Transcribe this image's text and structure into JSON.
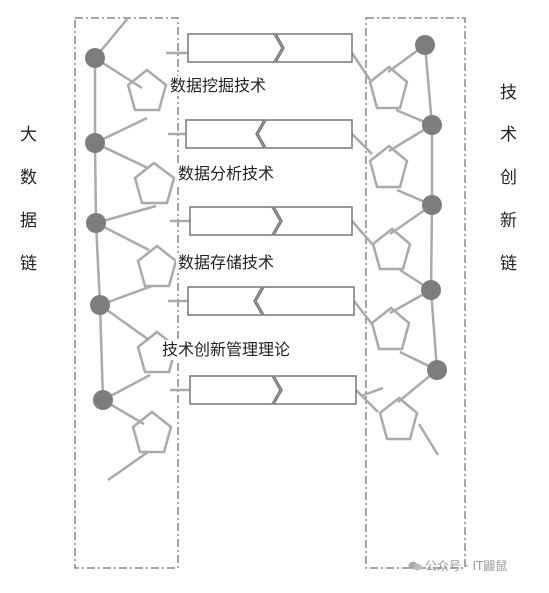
{
  "left_chain": {
    "chars": [
      "大",
      "数",
      "据",
      "链"
    ]
  },
  "right_chain": {
    "chars": [
      "技",
      "术",
      "创",
      "新",
      "链"
    ]
  },
  "technologies": [
    {
      "label": "数据挖掘技术"
    },
    {
      "label": "数据分析技术"
    },
    {
      "label": "数据存储技术"
    },
    {
      "label": "技术创新管理理论"
    }
  ],
  "watermark": {
    "text": "公众号 · IT鼹鼠"
  },
  "colors": {
    "strand": "#aaaaaa",
    "node": "#7d7d7d",
    "box_border": "#888888",
    "arrow": "#777777",
    "text": "#222222"
  }
}
